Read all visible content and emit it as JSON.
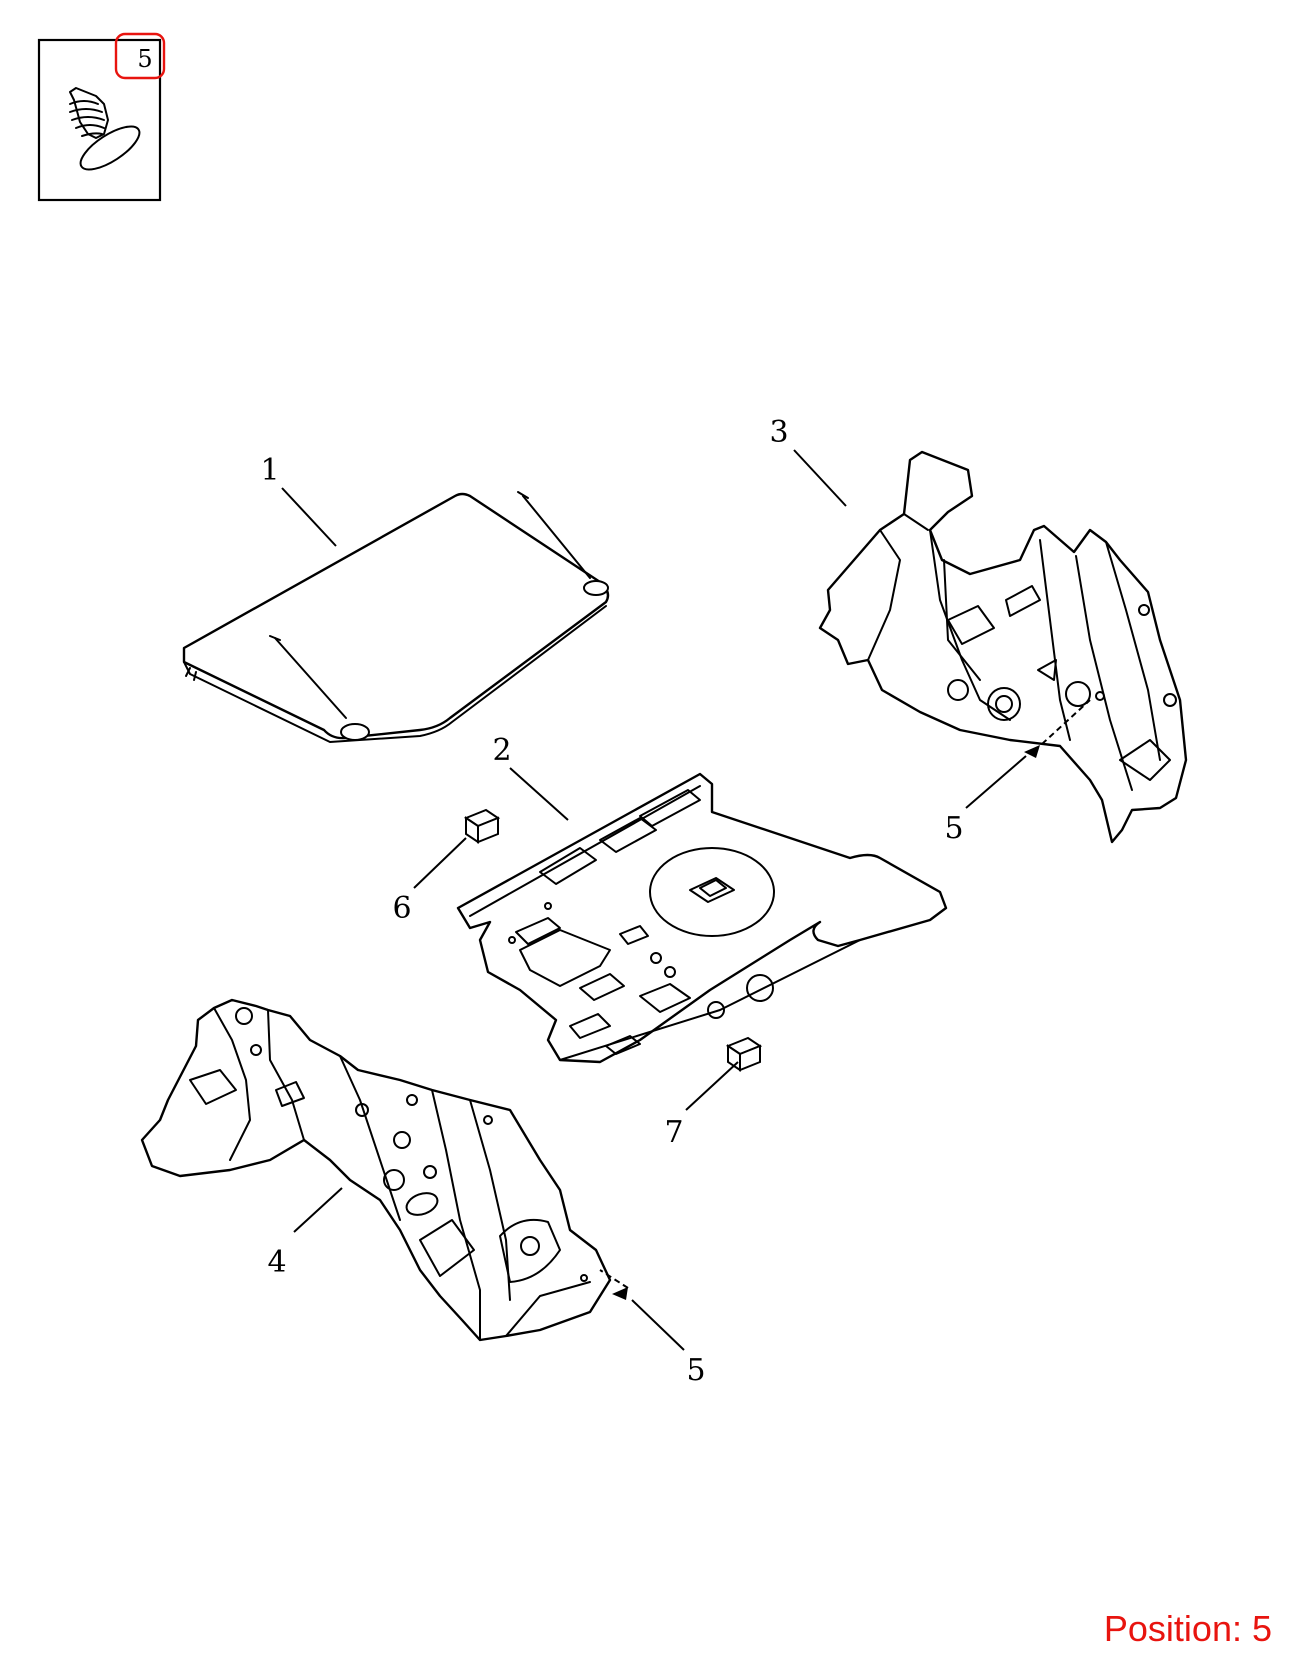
{
  "inset": {
    "number": "5",
    "highlight_color": "#e8140f"
  },
  "callouts": {
    "c1": "1",
    "c2": "2",
    "c3": "3",
    "c4": "4",
    "c5_upper": "5",
    "c5_lower": "5",
    "c6": "6",
    "c7": "7"
  },
  "position_label": "Position: 5",
  "colors": {
    "line": "#000000",
    "background": "#ffffff",
    "highlight": "#e8140f"
  }
}
